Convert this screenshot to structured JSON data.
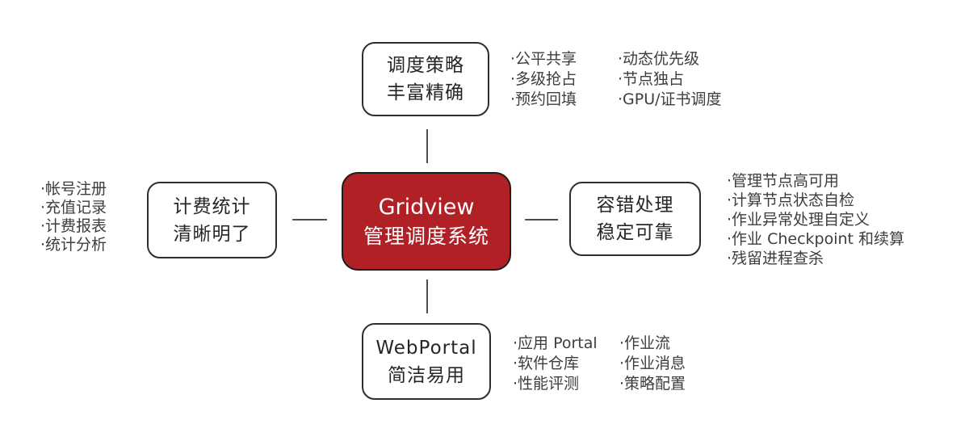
{
  "diagram": {
    "bullet": "·",
    "colors": {
      "background": "#ffffff",
      "center_bg": "#b02025",
      "center_border": "#1c1c1c",
      "center_text": "#ffffff",
      "box_border": "#2e2e2e",
      "title_text": "#262626",
      "text": "#3d3d3d",
      "line": "#4d4d4d"
    },
    "center": {
      "line1": "Gridview",
      "line2": "管理调度系统"
    },
    "nodes": {
      "top": {
        "line1": "调度策略",
        "line2": "丰富精确"
      },
      "left": {
        "line1": "计费统计",
        "line2": "清晰明了"
      },
      "right": {
        "line1": "容错处理",
        "line2": "稳定可靠"
      },
      "bottom": {
        "line1": "WebPortal",
        "line2": "简洁易用"
      }
    },
    "lists": {
      "top_col1": [
        "公平共享",
        "多级抢占",
        "预约回填"
      ],
      "top_col2": [
        "动态优先级",
        "节点独占",
        "GPU/证书调度"
      ],
      "left": [
        "帐号注册",
        "充值记录",
        "计费报表",
        "统计分析"
      ],
      "right": [
        "管理节点高可用",
        "计算节点状态自检",
        "作业异常处理自定义",
        "作业 Checkpoint 和续算",
        "残留进程查杀"
      ],
      "bottom_col1": [
        "应用 Portal",
        "软件仓库",
        "性能评测"
      ],
      "bottom_col2": [
        "作业流",
        "作业消息",
        "策略配置"
      ]
    }
  }
}
